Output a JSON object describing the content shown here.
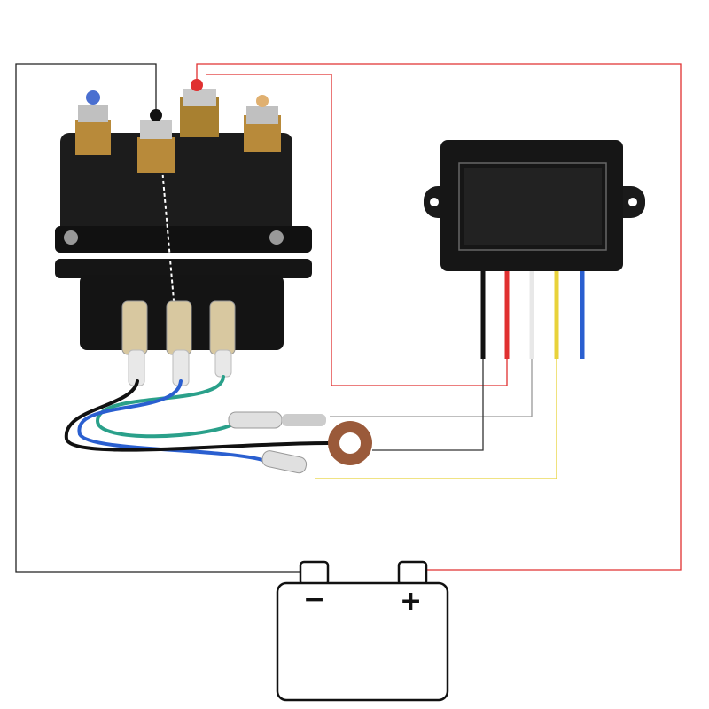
{
  "battery": {
    "negative_label": "−",
    "positive_label": "+"
  },
  "colors": {
    "positive_wire": "#e03030",
    "negative_wire": "#222222",
    "white_wire": "#aaaaaa",
    "yellow_wire": "#e8d23a",
    "blue_wire": "#2a5fd0",
    "green_wire": "#2aa08a",
    "solenoid_body": "#1a1a1a",
    "controller_body": "#161616"
  },
  "controller_wires": [
    "black",
    "red",
    "white",
    "yellow",
    "blue"
  ]
}
